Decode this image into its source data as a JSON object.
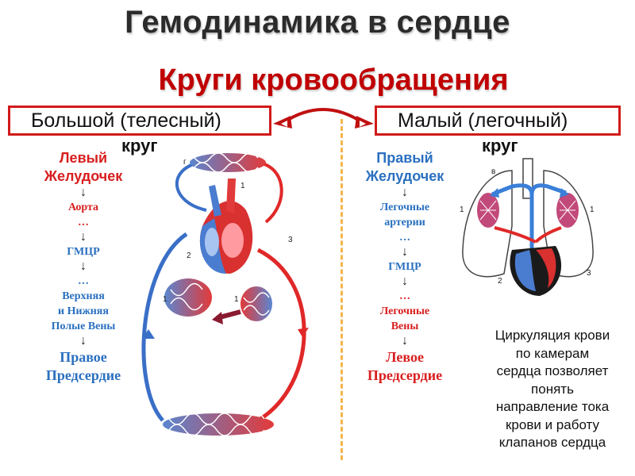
{
  "title": "Гемодинамика в сердце",
  "subtitle": "Круги кровообращения",
  "left_box": {
    "label": "Большой (телесный)",
    "overflow": "круг"
  },
  "right_box": {
    "label": "Малый (легочный)",
    "overflow": "круг"
  },
  "left_flow": {
    "head1": "Левый",
    "head2": "Желудочек",
    "arrow": "↓",
    "s1": "Аорта",
    "dots": "…",
    "s2": "ГМЦР",
    "s3a": "Верхняя",
    "s3b": "и Нижняя",
    "s3c": "Полые Вены",
    "end1": "Правое",
    "end2": "Предсердие"
  },
  "right_flow": {
    "head1": "Правый",
    "head2": "Желудочек",
    "arrow": "↓",
    "s1a": "Легочные",
    "s1b": "артерии",
    "dots": "…",
    "s2": "ГМЦР",
    "s3a": "Легочные",
    "s3b": "Вены",
    "end1": "Левое",
    "end2": "Предсердие"
  },
  "note": {
    "l1": "Циркуляция крови",
    "l2": "по камерам",
    "l3": "сердца позволяет",
    "l4": "понять",
    "l5": "направление тока",
    "l6": "крови и работу",
    "l7": "клапанов сердца"
  },
  "left_diagram": {
    "labels": [
      "г",
      "1",
      "2",
      "3",
      "1",
      "1"
    ]
  },
  "right_diagram": {
    "labels": [
      "в",
      "1",
      "1",
      "3",
      "2"
    ]
  },
  "colors": {
    "red": "#d81e1e",
    "blue": "#2a70c0",
    "dark_red": "#a01010",
    "divider": "#f3b54a"
  }
}
